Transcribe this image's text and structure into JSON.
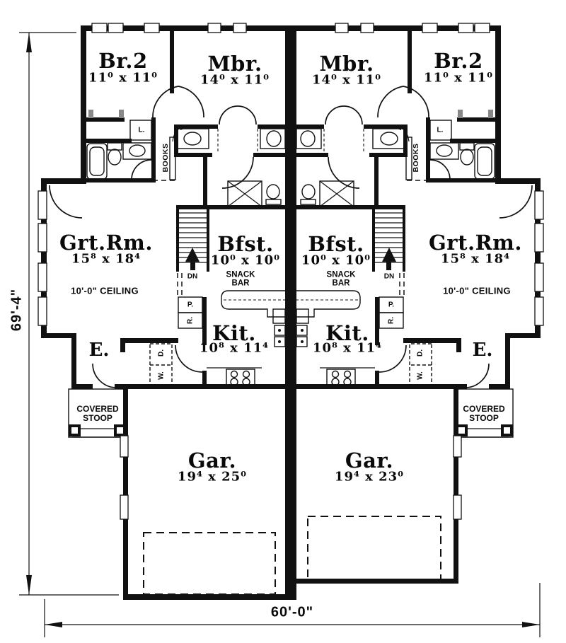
{
  "labels": {
    "bedroom2": "Br.2",
    "bedroom2_size": "11⁰ x 11⁰",
    "master_bedroom": "Mbr.",
    "master_bedroom_size": "14⁰ x 11⁰",
    "great_room": "Grt.Rm.",
    "great_room_size": "15⁸ x 18⁴",
    "great_room_ceiling": "10'-0\" CEILING",
    "breakfast": "Bfst.",
    "breakfast_size": "10⁰ x 10⁰",
    "snack_bar": "SNACK BAR",
    "kitchen": "Kit.",
    "kitchen_size": "10⁸ x 11⁴",
    "garage": "Gar.",
    "garage_left_size": "19⁴ x 25⁰",
    "garage_right_size": "19⁴ x 23⁰",
    "entry": "E.",
    "covered_stoop": "COVERED STOOP",
    "books": "BOOKS",
    "linen": "L.",
    "down": "DN",
    "pantry": "P.",
    "refrigerator": "R.",
    "washer": "W.",
    "dryer": "D."
  },
  "dimensions": {
    "overall_depth": "69'-4\"",
    "overall_width": "60'-0\""
  }
}
